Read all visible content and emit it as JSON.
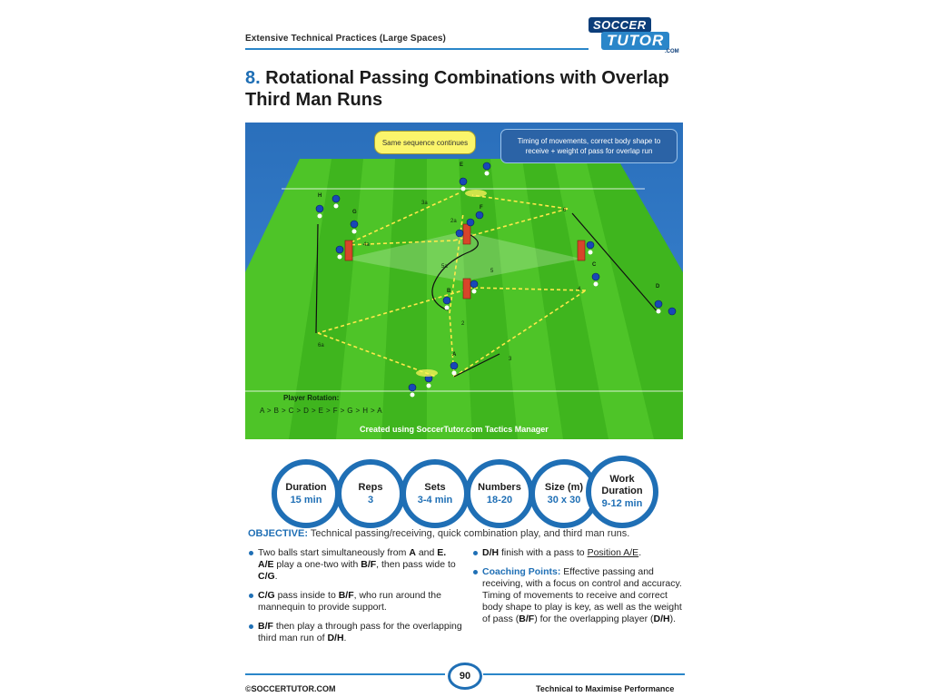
{
  "header": {
    "running_head": "Extensive Technical Practices (Large Spaces)",
    "logo_top": "SOCCER",
    "logo_bottom": "TUTOR",
    "logo_domain": ".COM"
  },
  "title": {
    "number": "8.",
    "text": "Rotational Passing Combinations with Overlap Third Man Runs"
  },
  "diagram": {
    "callout_yellow": "Same sequence continues",
    "callout_blue": "Timing of movements, correct body shape to receive + weight of pass for overlap run",
    "rotation_label": "Player Rotation:",
    "rotation_value": "A > B > C > D > E > F > G > H > A",
    "credit": "Created using SoccerTutor.com Tactics Manager",
    "player_labels": [
      "A",
      "B",
      "C",
      "D",
      "E",
      "F",
      "G",
      "H"
    ],
    "pass_labels": [
      "2",
      "3",
      "4",
      "5",
      "6",
      "2a",
      "3a",
      "4a",
      "5a",
      "6a"
    ]
  },
  "stats": [
    {
      "label": "Duration",
      "value": "15 min"
    },
    {
      "label": "Reps",
      "value": "3"
    },
    {
      "label": "Sets",
      "value": "3-4 min"
    },
    {
      "label": "Numbers",
      "value": "18-20"
    },
    {
      "label": "Size (m)",
      "value": "30 x 30"
    },
    {
      "label": "Work Duration",
      "value": "9-12 min"
    }
  ],
  "objective": {
    "label": "OBJECTIVE:",
    "text": "Technical passing/receiving, quick combination play, and third man runs."
  },
  "bullets_left": [
    {
      "p1": "Two balls start simultaneously from ",
      "b1": "A",
      "p2": " and ",
      "b2": "E. A/E",
      "p3": " play a one-two with ",
      "b3": "B/F",
      "p4": ", then pass wide to ",
      "b4": "C/G",
      "p5": "."
    },
    {
      "b1": "C/G",
      "p1": " pass inside to ",
      "b2": "B/F",
      "p2": ", who run around the mannequin to provide support."
    },
    {
      "b1": "B/F",
      "p1": " then play a through pass for the overlapping third man run of ",
      "b2": "D/H",
      "p2": "."
    }
  ],
  "bullets_right": [
    {
      "b1": "D/H",
      "p1": " finish with a pass to ",
      "u1": "Position A/E",
      "p2": "."
    },
    {
      "label": "Coaching Points:",
      "p1": " Effective passing and receiving, with a focus on control and accuracy. Timing of movements to receive and correct body shape to play is key, as well as the weight of pass (",
      "b1": "B/F",
      "p2": ") for the overlapping player (",
      "b2": "D/H",
      "p3": ")."
    }
  ],
  "footer": {
    "left": "©SOCCERTUTOR.COM",
    "page_number": "90",
    "right": "Technical to Maximise Performance"
  },
  "colors": {
    "accent_blue": "#1f6fb5",
    "pitch_green": "#3fbf1e",
    "callout_yellow": "#fbf56b"
  }
}
